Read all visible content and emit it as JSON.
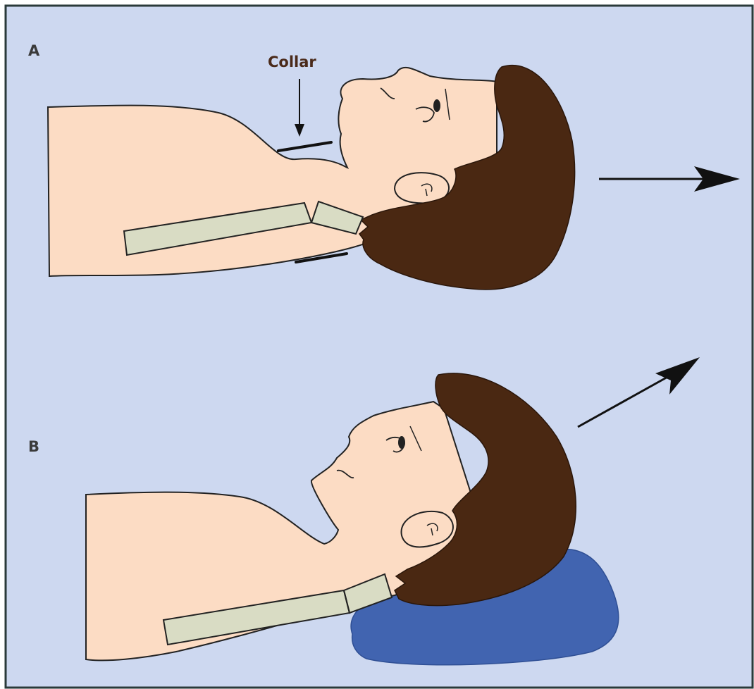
{
  "figure": {
    "panels": [
      {
        "label": "A"
      },
      {
        "label": "B"
      }
    ],
    "annotation": "Collar"
  },
  "colors": {
    "background": "#cdd8f0",
    "border": "#2a3a3a",
    "skin": "#fcdcc4",
    "hair": "#4a2812",
    "collar_strip": "#d9dcc4",
    "pillow": "#4164b0",
    "ink": "#111111"
  }
}
